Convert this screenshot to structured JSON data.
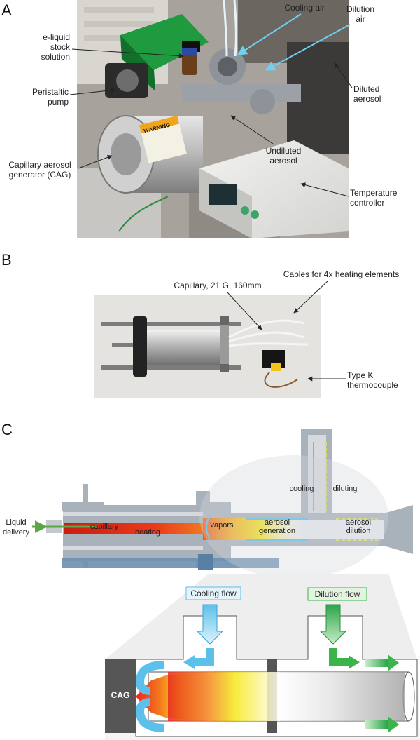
{
  "panels": {
    "a": {
      "letter": "A"
    },
    "b": {
      "letter": "B"
    },
    "c": {
      "letter": "C"
    }
  },
  "panel_a": {
    "labels": {
      "cooling_air": "Cooling air",
      "dilution_air": "Dilution\nair",
      "e_liquid": "e-liquid\nstock\nsolution",
      "peristaltic": "Peristaltic\npump",
      "diluted": "Diluted\naerosol",
      "undiluted": "Undiluted\naerosol",
      "cag": "Capillary aerosol\ngenerator (CAG)",
      "temp": "Temperature\ncontroller",
      "warning": "WARNING"
    }
  },
  "panel_b": {
    "labels": {
      "cables": "Cables for 4x heating elements",
      "capillary": "Capillary, 21 G, 160mm",
      "thermocouple": "Type K\nthermocouple"
    }
  },
  "panel_c": {
    "labels": {
      "liquid_delivery": "Liquid\ndelivery",
      "capillary": "capillary",
      "heating": "heating",
      "vapors": "vapors",
      "aerosol_generation": "aerosol\ngeneration",
      "aerosol_dilution": "aerosol\ndilution",
      "cooling": "cooling",
      "diluting": "diluting",
      "cooling_flow": "Cooling flow",
      "dilution_flow": "Dilution flow",
      "cag": "CAG"
    }
  },
  "colors": {
    "cooling": "#5bc0ea",
    "dilution": "#3bb54a",
    "heat_red": "#e8281e",
    "heat_yellow": "#f7e81c",
    "housing_gray": "#a9b2ba"
  }
}
